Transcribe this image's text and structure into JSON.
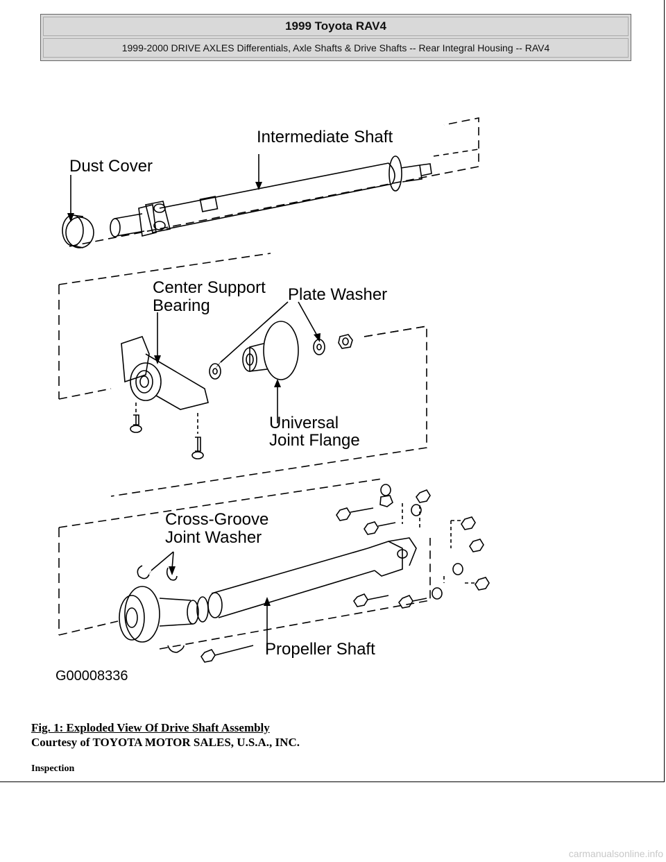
{
  "header": {
    "title": "1999 Toyota RAV4",
    "subtitle": "1999-2000 DRIVE AXLES Differentials, Axle Shafts & Drive Shafts -- Rear Integral Housing -- RAV4"
  },
  "figure": {
    "labels": {
      "intermediate_shaft": "Intermediate Shaft",
      "dust_cover": "Dust Cover",
      "center_support_line1": "Center Support",
      "center_support_line2": "Bearing",
      "plate_washer": "Plate Washer",
      "universal_line1": "Universal",
      "universal_line2": "Joint Flange",
      "cross_groove_line1": "Cross-Groove",
      "cross_groove_line2": "Joint Washer",
      "propeller_shaft": "Propeller Shaft"
    },
    "code": "G00008336"
  },
  "caption": {
    "title": "Fig. 1: Exploded View Of Drive Shaft Assembly",
    "credit": "Courtesy of TOYOTA MOTOR SALES, U.S.A., INC."
  },
  "section": {
    "heading": "Inspection"
  },
  "watermark": "carmanualsonline.info"
}
